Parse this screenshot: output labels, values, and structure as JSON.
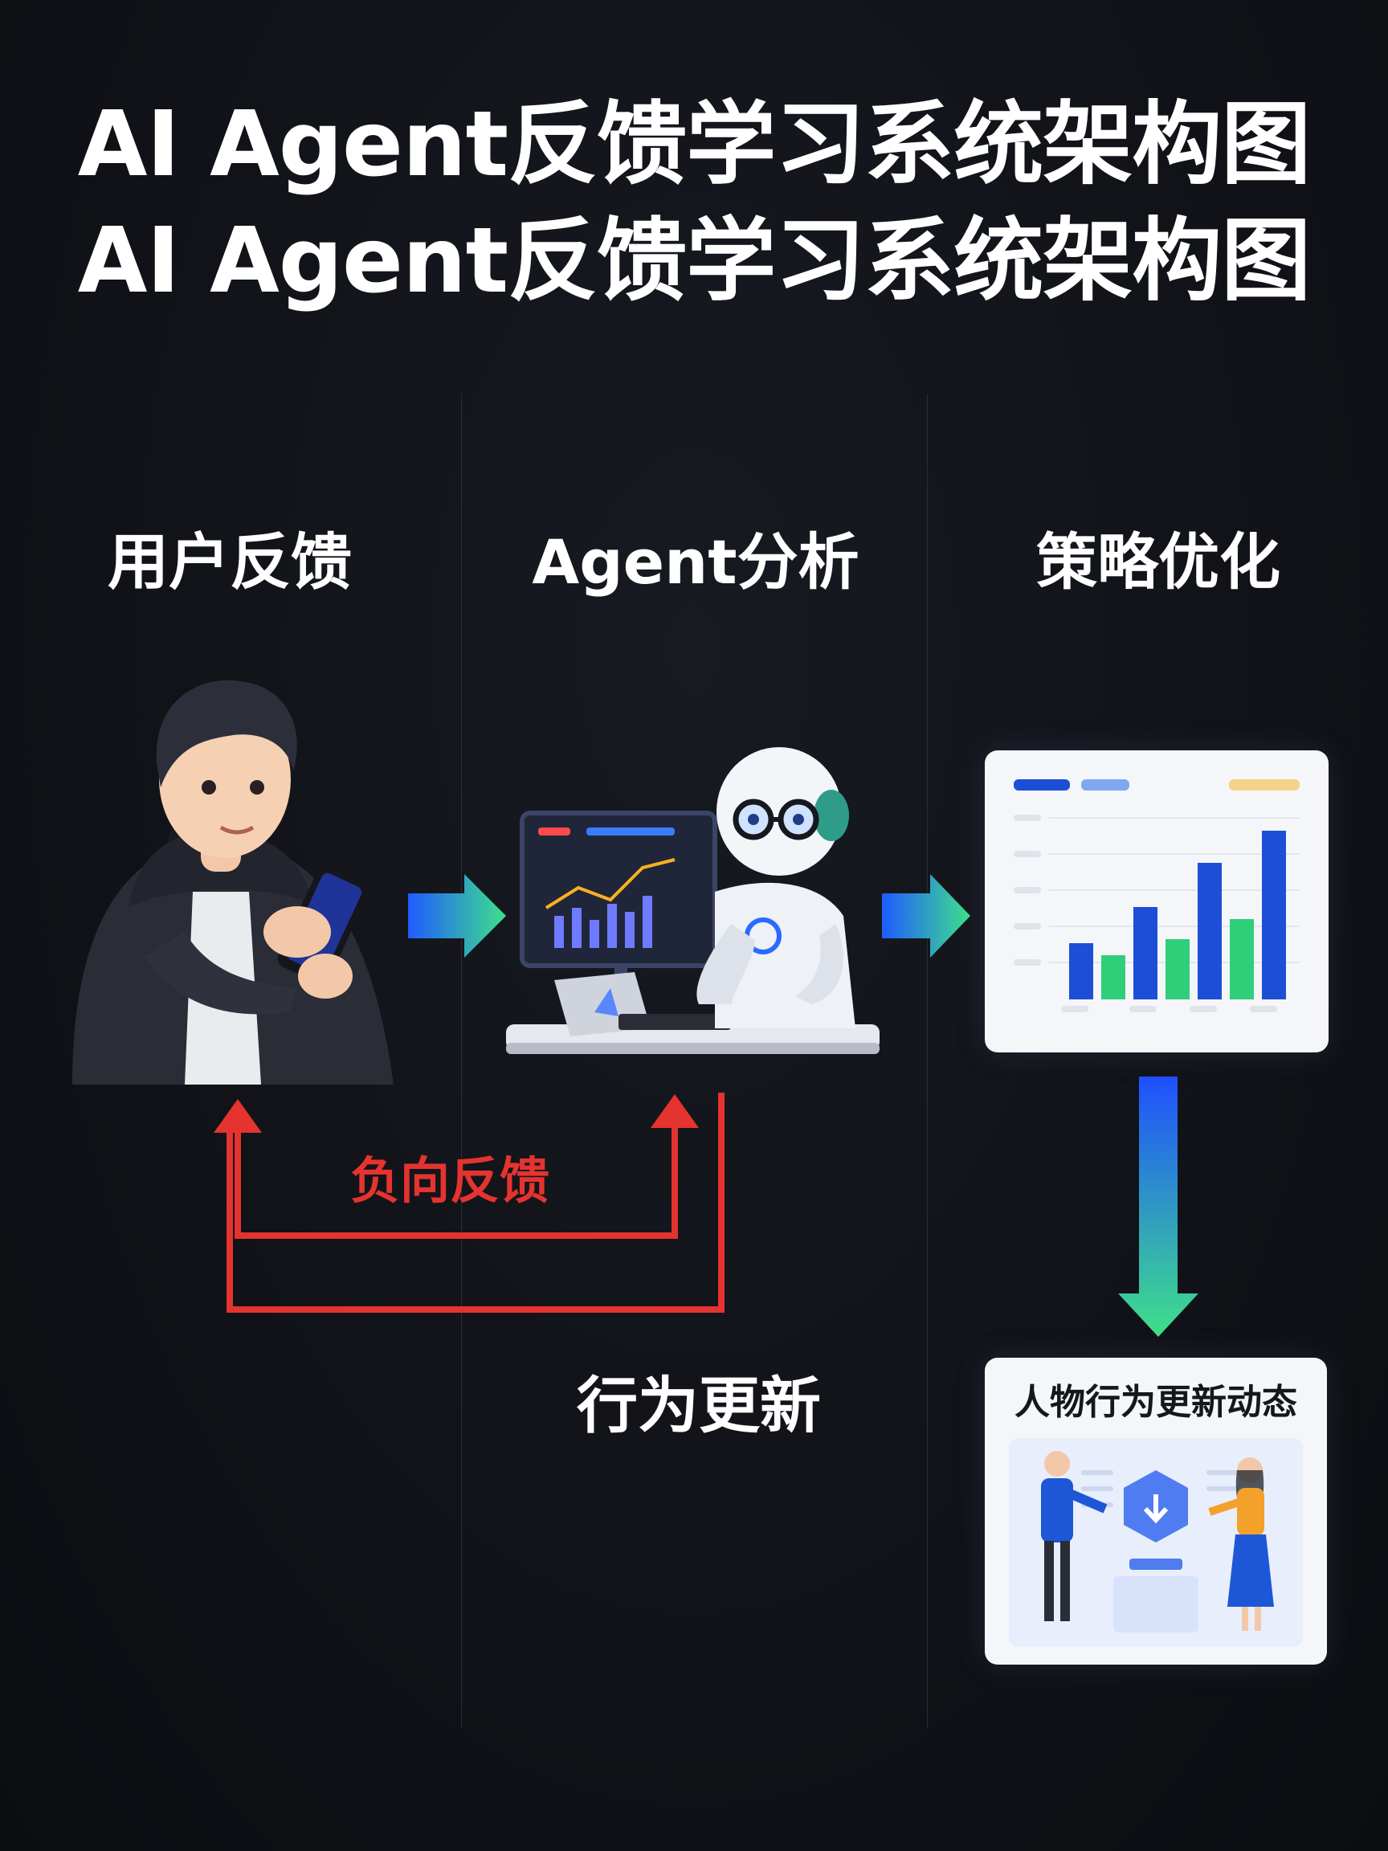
{
  "title": {
    "line1": "AI Agent反馈学习系统架构图",
    "line2": "AI Agent反馈学习系统架构图"
  },
  "columns": [
    {
      "label": "用户反馈"
    },
    {
      "label": "Agent分析"
    },
    {
      "label": "策略优化"
    }
  ],
  "feedback_loop": {
    "negative_label": "负向反馈",
    "update_label": "行为更新"
  },
  "result_card": {
    "title": "人物行为更新动态"
  },
  "colors": {
    "background": "#101217",
    "negative": "#e5332f",
    "arrow_blue": "#1f5bff",
    "arrow_green": "#3fe08a",
    "bar_blue": "#1d4fd6",
    "bar_green": "#2fcf7a"
  },
  "icons": [
    "user-with-phone-icon",
    "robot-analyst-icon",
    "bar-chart-dashboard-icon",
    "people-discussion-icon"
  ]
}
